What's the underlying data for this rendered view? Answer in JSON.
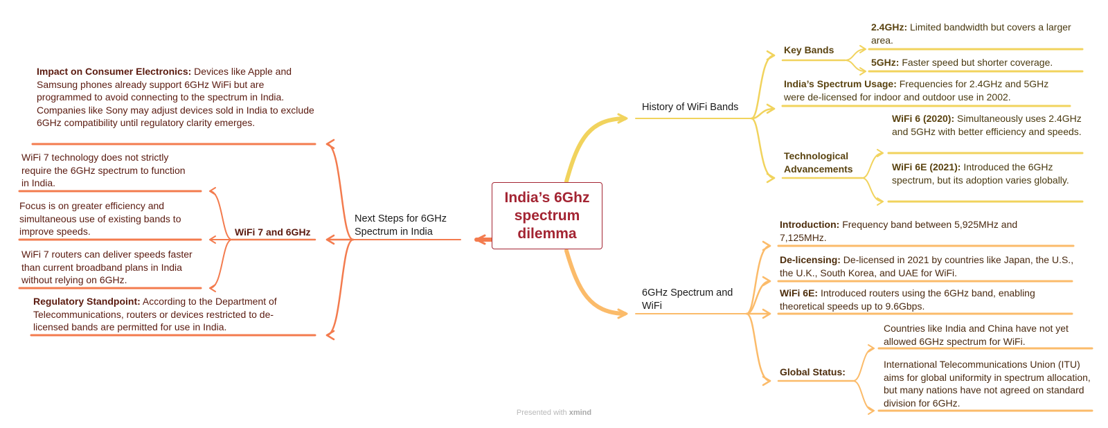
{
  "central": {
    "title": "India’s 6Ghz spectrum dilemma"
  },
  "branches": {
    "history": {
      "label": "History of WiFi Bands",
      "key_bands": {
        "label": "Key Bands",
        "items": [
          {
            "head": "2.4GHz:",
            "text": " Limited bandwidth but covers a larger area."
          },
          {
            "head": "5GHz:",
            "text": " Faster speed but shorter coverage."
          }
        ]
      },
      "spectrum_usage": {
        "head": "India’s Spectrum Usage:",
        "text": " Frequencies for 2.4GHz and 5GHz were de-licensed for indoor and outdoor use in 2002."
      },
      "tech": {
        "label": "Technological Advancements",
        "items": [
          {
            "head": "WiFi 6 (2020):",
            "text": " Simultaneously uses 2.4GHz and 5GHz with better efficiency and speeds."
          },
          {
            "head": "WiFi 6E (2021):",
            "text": " Introduced the 6GHz spectrum, but its adoption varies globally."
          }
        ]
      }
    },
    "sixghz": {
      "label": "6GHz Spectrum and WiFi",
      "intro": {
        "head": "Introduction:",
        "text": " Frequency band between 5,925MHz and 7,125MHz."
      },
      "delicensing": {
        "head": "De-licensing:",
        "text": " De-licensed in 2021 by countries like Japan, the U.S., the U.K., South Korea, and UAE for WiFi."
      },
      "wifi6e": {
        "head": "WiFi 6E:",
        "text": " Introduced routers using the 6GHz band, enabling theoretical speeds up to 9.6Gbps."
      },
      "global": {
        "label": "Global Status:",
        "items": [
          "Countries like India and China have not yet allowed 6GHz spectrum for WiFi.",
          "International Telecommunications Union (ITU) aims for global uniformity in spectrum allocation, but many nations have not agreed on standard division for 6GHz."
        ]
      }
    },
    "next": {
      "label": "Next Steps for 6GHz Spectrum in India",
      "impact": {
        "head": "Impact on Consumer Electronics:",
        "text": " Devices like Apple and Samsung phones already support 6GHz WiFi but are programmed to avoid connecting to the spectrum in India. Companies like Sony may adjust devices sold in India to exclude 6GHz compatibility until regulatory clarity emerges."
      },
      "wifi7": {
        "label": "WiFi 7 and 6GHz",
        "items": [
          "WiFi 7 technology does not strictly require the 6GHz spectrum to function in India.",
          "Focus is on greater efficiency and simultaneous use of existing bands to improve speeds.",
          "WiFi 7 routers can deliver speeds faster than current broadband plans in India without relying on 6GHz."
        ]
      },
      "regulatory": {
        "head": "Regulatory Standpoint:",
        "text": " According to the Department of Telecommunications, routers or devices restricted to de-licensed bands are permitted for use in India."
      }
    }
  },
  "footer": {
    "prefix": "Presented with ",
    "brand": "xmind"
  },
  "colors": {
    "history": "#f1d35d",
    "sixghz": "#fbbb6a",
    "next": "#f37b4e",
    "central": "#a32432"
  }
}
